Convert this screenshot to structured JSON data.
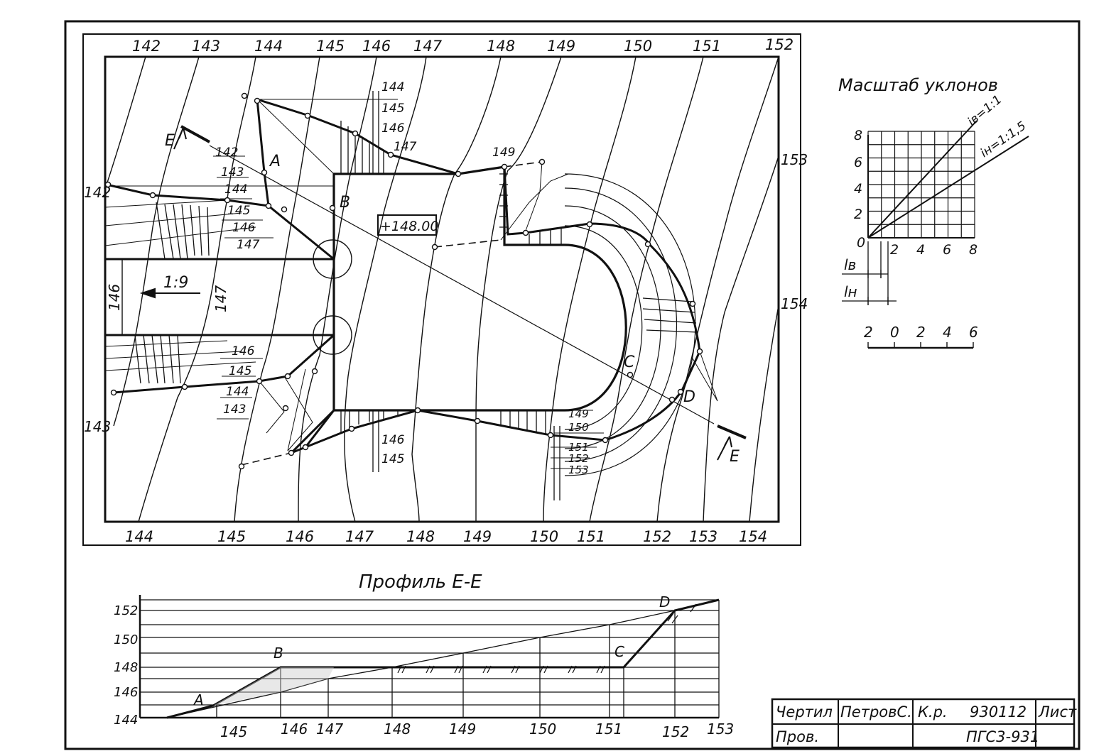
{
  "plan": {
    "top_labels": [
      "142",
      "143",
      "144",
      "145",
      "146",
      "147",
      "148",
      "149",
      "150",
      "151",
      "152"
    ],
    "bottom_labels": [
      "144",
      "145",
      "146",
      "147",
      "148",
      "149",
      "150",
      "151",
      "152",
      "153",
      "154"
    ],
    "right_labels": [
      "153",
      "154"
    ],
    "left_labels": [
      "142",
      "143"
    ],
    "points": {
      "A": "A",
      "B": "B",
      "C": "C",
      "D": "D"
    },
    "section_mark": "E",
    "elevation_box": "+148.00",
    "slope": "1:9",
    "road_left_label": "146",
    "road_mid_label": "147",
    "upper_slope_labels": [
      "142",
      "143",
      "144",
      "145",
      "146",
      "147"
    ],
    "lower_slope_labels": [
      "146",
      "145",
      "144",
      "143"
    ],
    "top_ladder_labels": [
      "144",
      "145",
      "146",
      "147"
    ],
    "right_ladder_label": "149",
    "bottom_ladder_labels": [
      "146",
      "145"
    ],
    "curve_labels_upper": [
      "149",
      "150"
    ],
    "curve_labels_lower": [
      "151",
      "152",
      "153"
    ]
  },
  "scale": {
    "title": "Масштаб уклонов",
    "y_ticks": [
      "8",
      "6",
      "4",
      "2",
      "0"
    ],
    "x_ticks": [
      "2",
      "4",
      "6",
      "8"
    ],
    "line_iv": "iв=1:1",
    "line_in": "iн=1:1,5",
    "lv": "lв",
    "ln": "lн",
    "bar_ticks": [
      "2",
      "0",
      "2",
      "4",
      "6"
    ]
  },
  "profile": {
    "title": "Профиль Е-Е",
    "y_labels": [
      "152",
      "150",
      "148",
      "146",
      "144"
    ],
    "x_labels": [
      "145",
      "146",
      "147",
      "148",
      "149",
      "150",
      "151",
      "152",
      "153"
    ],
    "points": [
      "A",
      "B",
      "C",
      "D"
    ]
  },
  "stamp": {
    "row1": [
      "Чертил",
      "ПетровС.",
      "К.р.",
      "930112",
      "Лист"
    ],
    "row2": [
      "Пров.",
      "",
      "",
      "ПГС3-931",
      ""
    ]
  }
}
